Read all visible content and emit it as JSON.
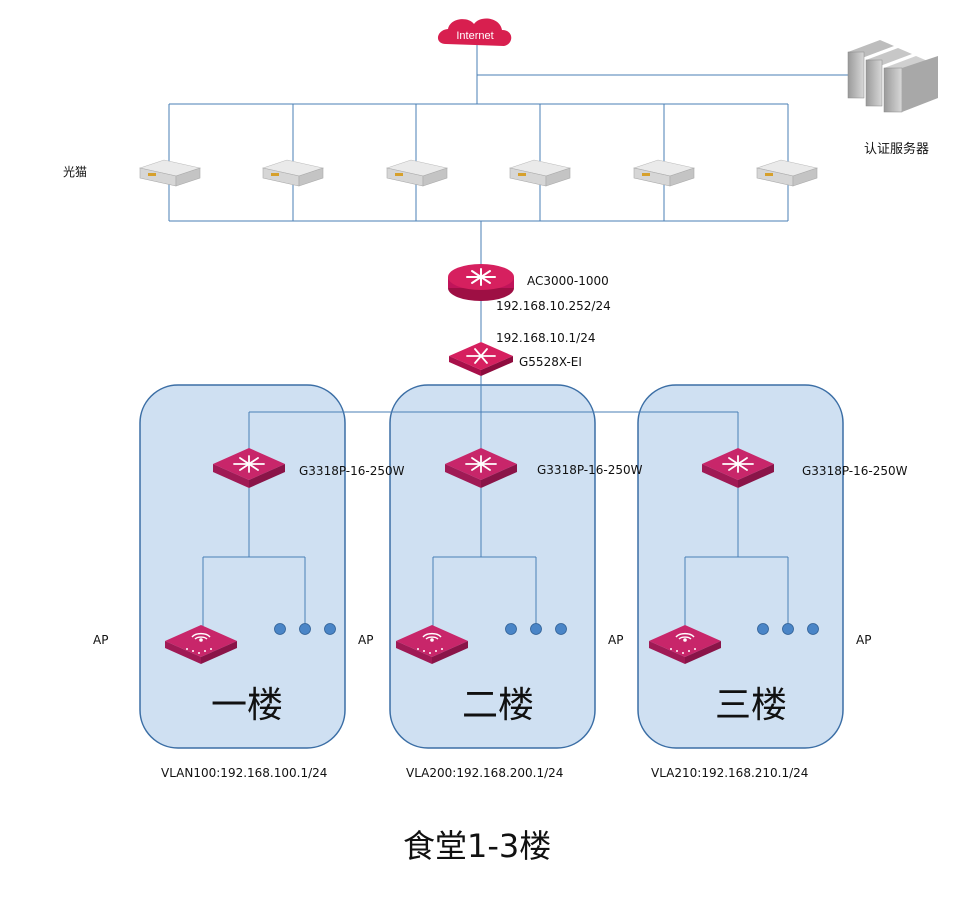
{
  "internet_label": "Internet",
  "modem_label": "光猫",
  "auth_server_label": "认证服务器",
  "ac": {
    "model": "AC3000-1000",
    "ip": "192.168.10.252/24"
  },
  "core_switch": {
    "ip": "192.168.10.1/24",
    "model": "G5528X-EI"
  },
  "floors": [
    {
      "name": "一楼",
      "switch_model": "G3318P-16-250W",
      "vlan": "VLAN100:192.168.100.1/24",
      "ap_label": "AP"
    },
    {
      "name": "二楼",
      "switch_model": "G3318P-16-250W",
      "vlan": "VLA200:192.168.200.1/24",
      "ap_label": "AP"
    },
    {
      "name": "三楼",
      "switch_model": "G3318P-16-250W",
      "vlan": "VLA210:192.168.210.1/24",
      "ap_label": "AP"
    }
  ],
  "ap_labels": [
    "AP",
    "AP",
    "AP",
    "AP"
  ],
  "title": "食堂1-3楼",
  "colors": {
    "line": "#4a7fb6",
    "device": "#c0145a",
    "zone_fill": "#cfe0f2",
    "zone_stroke": "#3b6ea5",
    "dot": "#4a85c7"
  }
}
